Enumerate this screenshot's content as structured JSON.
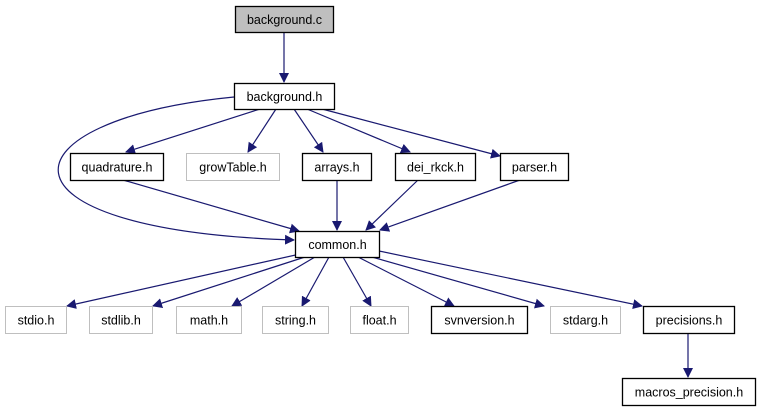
{
  "diagram": {
    "title": "background.c include dependency graph",
    "colors": {
      "edge": "#191970",
      "root_fill": "#bfbfbf",
      "documented_border": "#000000",
      "undocumented_border": "#bfbfbf",
      "node_fill": "#ffffff"
    },
    "nodes": [
      {
        "id": "background_c",
        "label": "background.c",
        "kind": "root"
      },
      {
        "id": "background_h",
        "label": "background.h",
        "kind": "documented"
      },
      {
        "id": "quadrature_h",
        "label": "quadrature.h",
        "kind": "documented"
      },
      {
        "id": "growTable_h",
        "label": "growTable.h",
        "kind": "external"
      },
      {
        "id": "arrays_h",
        "label": "arrays.h",
        "kind": "documented"
      },
      {
        "id": "dei_rkck_h",
        "label": "dei_rkck.h",
        "kind": "documented"
      },
      {
        "id": "parser_h",
        "label": "parser.h",
        "kind": "documented"
      },
      {
        "id": "common_h",
        "label": "common.h",
        "kind": "documented"
      },
      {
        "id": "stdio_h",
        "label": "stdio.h",
        "kind": "external"
      },
      {
        "id": "stdlib_h",
        "label": "stdlib.h",
        "kind": "external"
      },
      {
        "id": "math_h",
        "label": "math.h",
        "kind": "external"
      },
      {
        "id": "string_h",
        "label": "string.h",
        "kind": "external"
      },
      {
        "id": "float_h",
        "label": "float.h",
        "kind": "external"
      },
      {
        "id": "svnversion_h",
        "label": "svnversion.h",
        "kind": "documented"
      },
      {
        "id": "stdarg_h",
        "label": "stdarg.h",
        "kind": "external"
      },
      {
        "id": "precisions_h",
        "label": "precisions.h",
        "kind": "documented"
      },
      {
        "id": "macros_precision_h",
        "label": "macros_precision.h",
        "kind": "documented"
      }
    ],
    "edges": [
      {
        "from": "background_c",
        "to": "background_h"
      },
      {
        "from": "background_h",
        "to": "quadrature_h"
      },
      {
        "from": "background_h",
        "to": "growTable_h"
      },
      {
        "from": "background_h",
        "to": "arrays_h"
      },
      {
        "from": "background_h",
        "to": "dei_rkck_h"
      },
      {
        "from": "background_h",
        "to": "parser_h"
      },
      {
        "from": "background_h",
        "to": "common_h"
      },
      {
        "from": "quadrature_h",
        "to": "common_h"
      },
      {
        "from": "arrays_h",
        "to": "common_h"
      },
      {
        "from": "dei_rkck_h",
        "to": "common_h"
      },
      {
        "from": "parser_h",
        "to": "common_h"
      },
      {
        "from": "common_h",
        "to": "stdio_h"
      },
      {
        "from": "common_h",
        "to": "stdlib_h"
      },
      {
        "from": "common_h",
        "to": "math_h"
      },
      {
        "from": "common_h",
        "to": "string_h"
      },
      {
        "from": "common_h",
        "to": "float_h"
      },
      {
        "from": "common_h",
        "to": "svnversion_h"
      },
      {
        "from": "common_h",
        "to": "stdarg_h"
      },
      {
        "from": "common_h",
        "to": "precisions_h"
      },
      {
        "from": "precisions_h",
        "to": "macros_precision_h"
      }
    ]
  }
}
